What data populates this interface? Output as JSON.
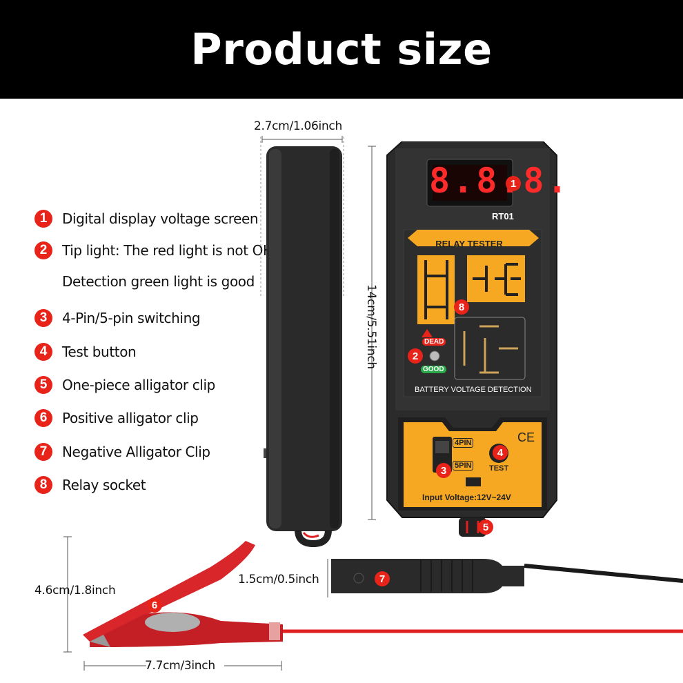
{
  "header": {
    "title": "Product size"
  },
  "features": [
    {
      "num": "1",
      "text": "Digital display voltage screen"
    },
    {
      "num": "2",
      "text": "Tip light: The red light is not OK"
    },
    {
      "num": "",
      "text": "Detection green light is good"
    },
    {
      "num": "3",
      "text": "4-Pin/5-pin switching"
    },
    {
      "num": "4",
      "text": "Test button"
    },
    {
      "num": "5",
      "text": "One-piece alligator clip"
    },
    {
      "num": "6",
      "text": "Positive alligator clip"
    },
    {
      "num": "7",
      "text": "Negative Alligator Clip"
    },
    {
      "num": "8",
      "text": "Relay socket"
    }
  ],
  "dimensions": {
    "width": "2.7cm/1.06inch",
    "height": "14cm/5.51inch",
    "clip_height": "4.6cm/1.8inch",
    "clip_length": "7.7cm/3inch",
    "neg_clip": "1.5cm/0.5inch"
  },
  "device": {
    "display": "8.8.8.",
    "model": "RT01",
    "relay_tester": "RELAY TESTER",
    "dead": "DEAD",
    "good": "GOOD",
    "battery_label": "BATTERY VOLTAGE DETECTION",
    "pin4": "4PIN",
    "pin5": "5PIN",
    "test": "TEST",
    "ce": "CE",
    "input_voltage": "Input Voltage:12V~24V"
  },
  "badges": {
    "b1": "1",
    "b2": "2",
    "b3": "3",
    "b4": "4",
    "b5": "5",
    "b6": "6",
    "b7": "7",
    "b8": "8"
  },
  "colors": {
    "accent_red": "#e8231a",
    "panel_orange": "#f7a823",
    "device_body": "#2b2b2b"
  }
}
